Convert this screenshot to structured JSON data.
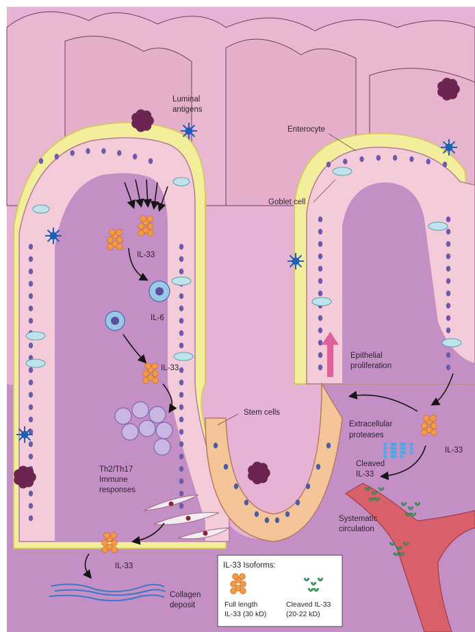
{
  "labels": {
    "luminal_antigens": [
      "Luminal",
      "antigens"
    ],
    "enterocyte": "Enterocyte",
    "goblet_cell": "Goblet cell",
    "il33_top": "IL-33",
    "il6": "IL-6",
    "il33_mid": "IL-33",
    "epithelial_proliferation": [
      "Epithelial",
      "proliferation"
    ],
    "stem_cells": "Stem cells",
    "extracellular_proteases": [
      "Extracellular",
      "proteases"
    ],
    "il33_right": "IL-33",
    "cleaved_il33": [
      "Cleaved",
      "IL-33"
    ],
    "th_immune": [
      "Th2/Th17",
      "Immune",
      "responses"
    ],
    "systematic_circulation": [
      "Systematic",
      "circulation"
    ],
    "il33_bottom": "IL-33",
    "collagen_deposit": [
      "Collagen",
      "deposit"
    ]
  },
  "legend": {
    "title": "IL-33 Isoforms:",
    "full_length": [
      "Full length",
      "IL-33 (30 kD)"
    ],
    "cleaved": [
      "Cleaved IL-33",
      "(20-22 kD)"
    ]
  },
  "colors": {
    "background": "#e7b3d4",
    "lamina": "#c48fc4",
    "mucus": "#f2ee9c",
    "epithelium": "#f4cbd8",
    "goblet": "#bfe3ea",
    "crypt": "#f5c59a",
    "nucleus": "#6d5aa8",
    "il33_full": "#f39a4a",
    "il33_cleaved": "#3aa562",
    "antigen_blue": "#1f5fb4",
    "antigen_dark": "#6b2550",
    "vessel": "#d9606a",
    "arrow_pink": "#e0609a"
  }
}
